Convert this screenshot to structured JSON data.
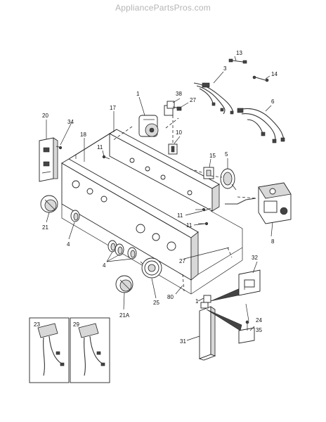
{
  "watermark": "AppliancePartsPros.com",
  "callouts": {
    "c1": "1",
    "c3": "3",
    "c4a": "4",
    "c4b": "4",
    "c5": "5",
    "c6": "6",
    "c8": "8",
    "c10": "10",
    "c11a": "11",
    "c11b": "11",
    "c11c": "11",
    "c13": "13",
    "c14": "14",
    "c15": "15",
    "c17": "17",
    "c18": "18",
    "c20": "20",
    "c21": "21",
    "c21a": "21A",
    "c23": "23",
    "c24": "24",
    "c25": "25",
    "c27a": "27",
    "c27b": "27",
    "c29": "29",
    "c31": "31",
    "c32": "32",
    "c34": "34",
    "c35": "35",
    "c38": "38",
    "c80": "80",
    "c1b": "1"
  }
}
